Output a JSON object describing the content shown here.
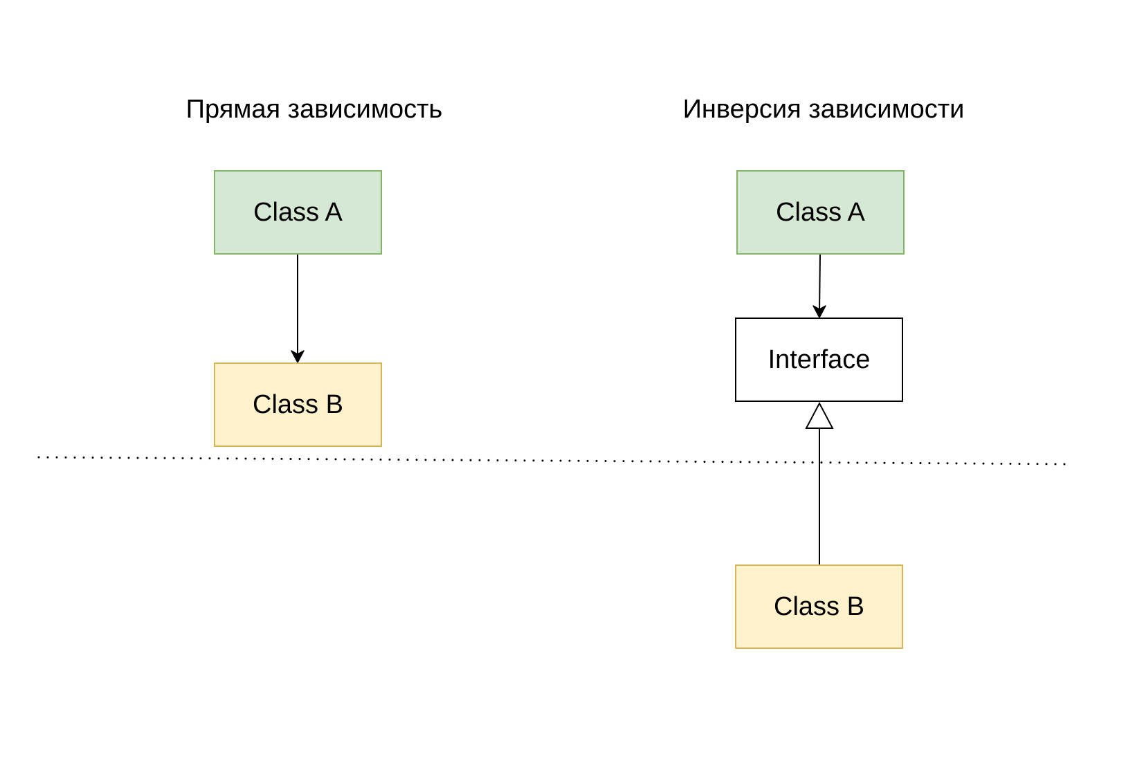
{
  "headings": {
    "direct": "Прямая зависимость",
    "inversion": "Инверсия зависимости"
  },
  "direct_dependency": {
    "class_a": "Class A",
    "class_b": "Class B"
  },
  "dependency_inversion": {
    "class_a": "Class A",
    "interface": "Interface",
    "class_b": "Class B"
  },
  "colors": {
    "green_fill": "#d5e8d4",
    "green_border": "#82b366",
    "yellow_fill": "#fff2cc",
    "yellow_border": "#d6b656",
    "line": "#000000"
  },
  "icons": {
    "dependency_arrow": "open-arrowhead",
    "realization_arrow": "hollow-triangle-arrowhead",
    "separator": "dotted-line"
  }
}
